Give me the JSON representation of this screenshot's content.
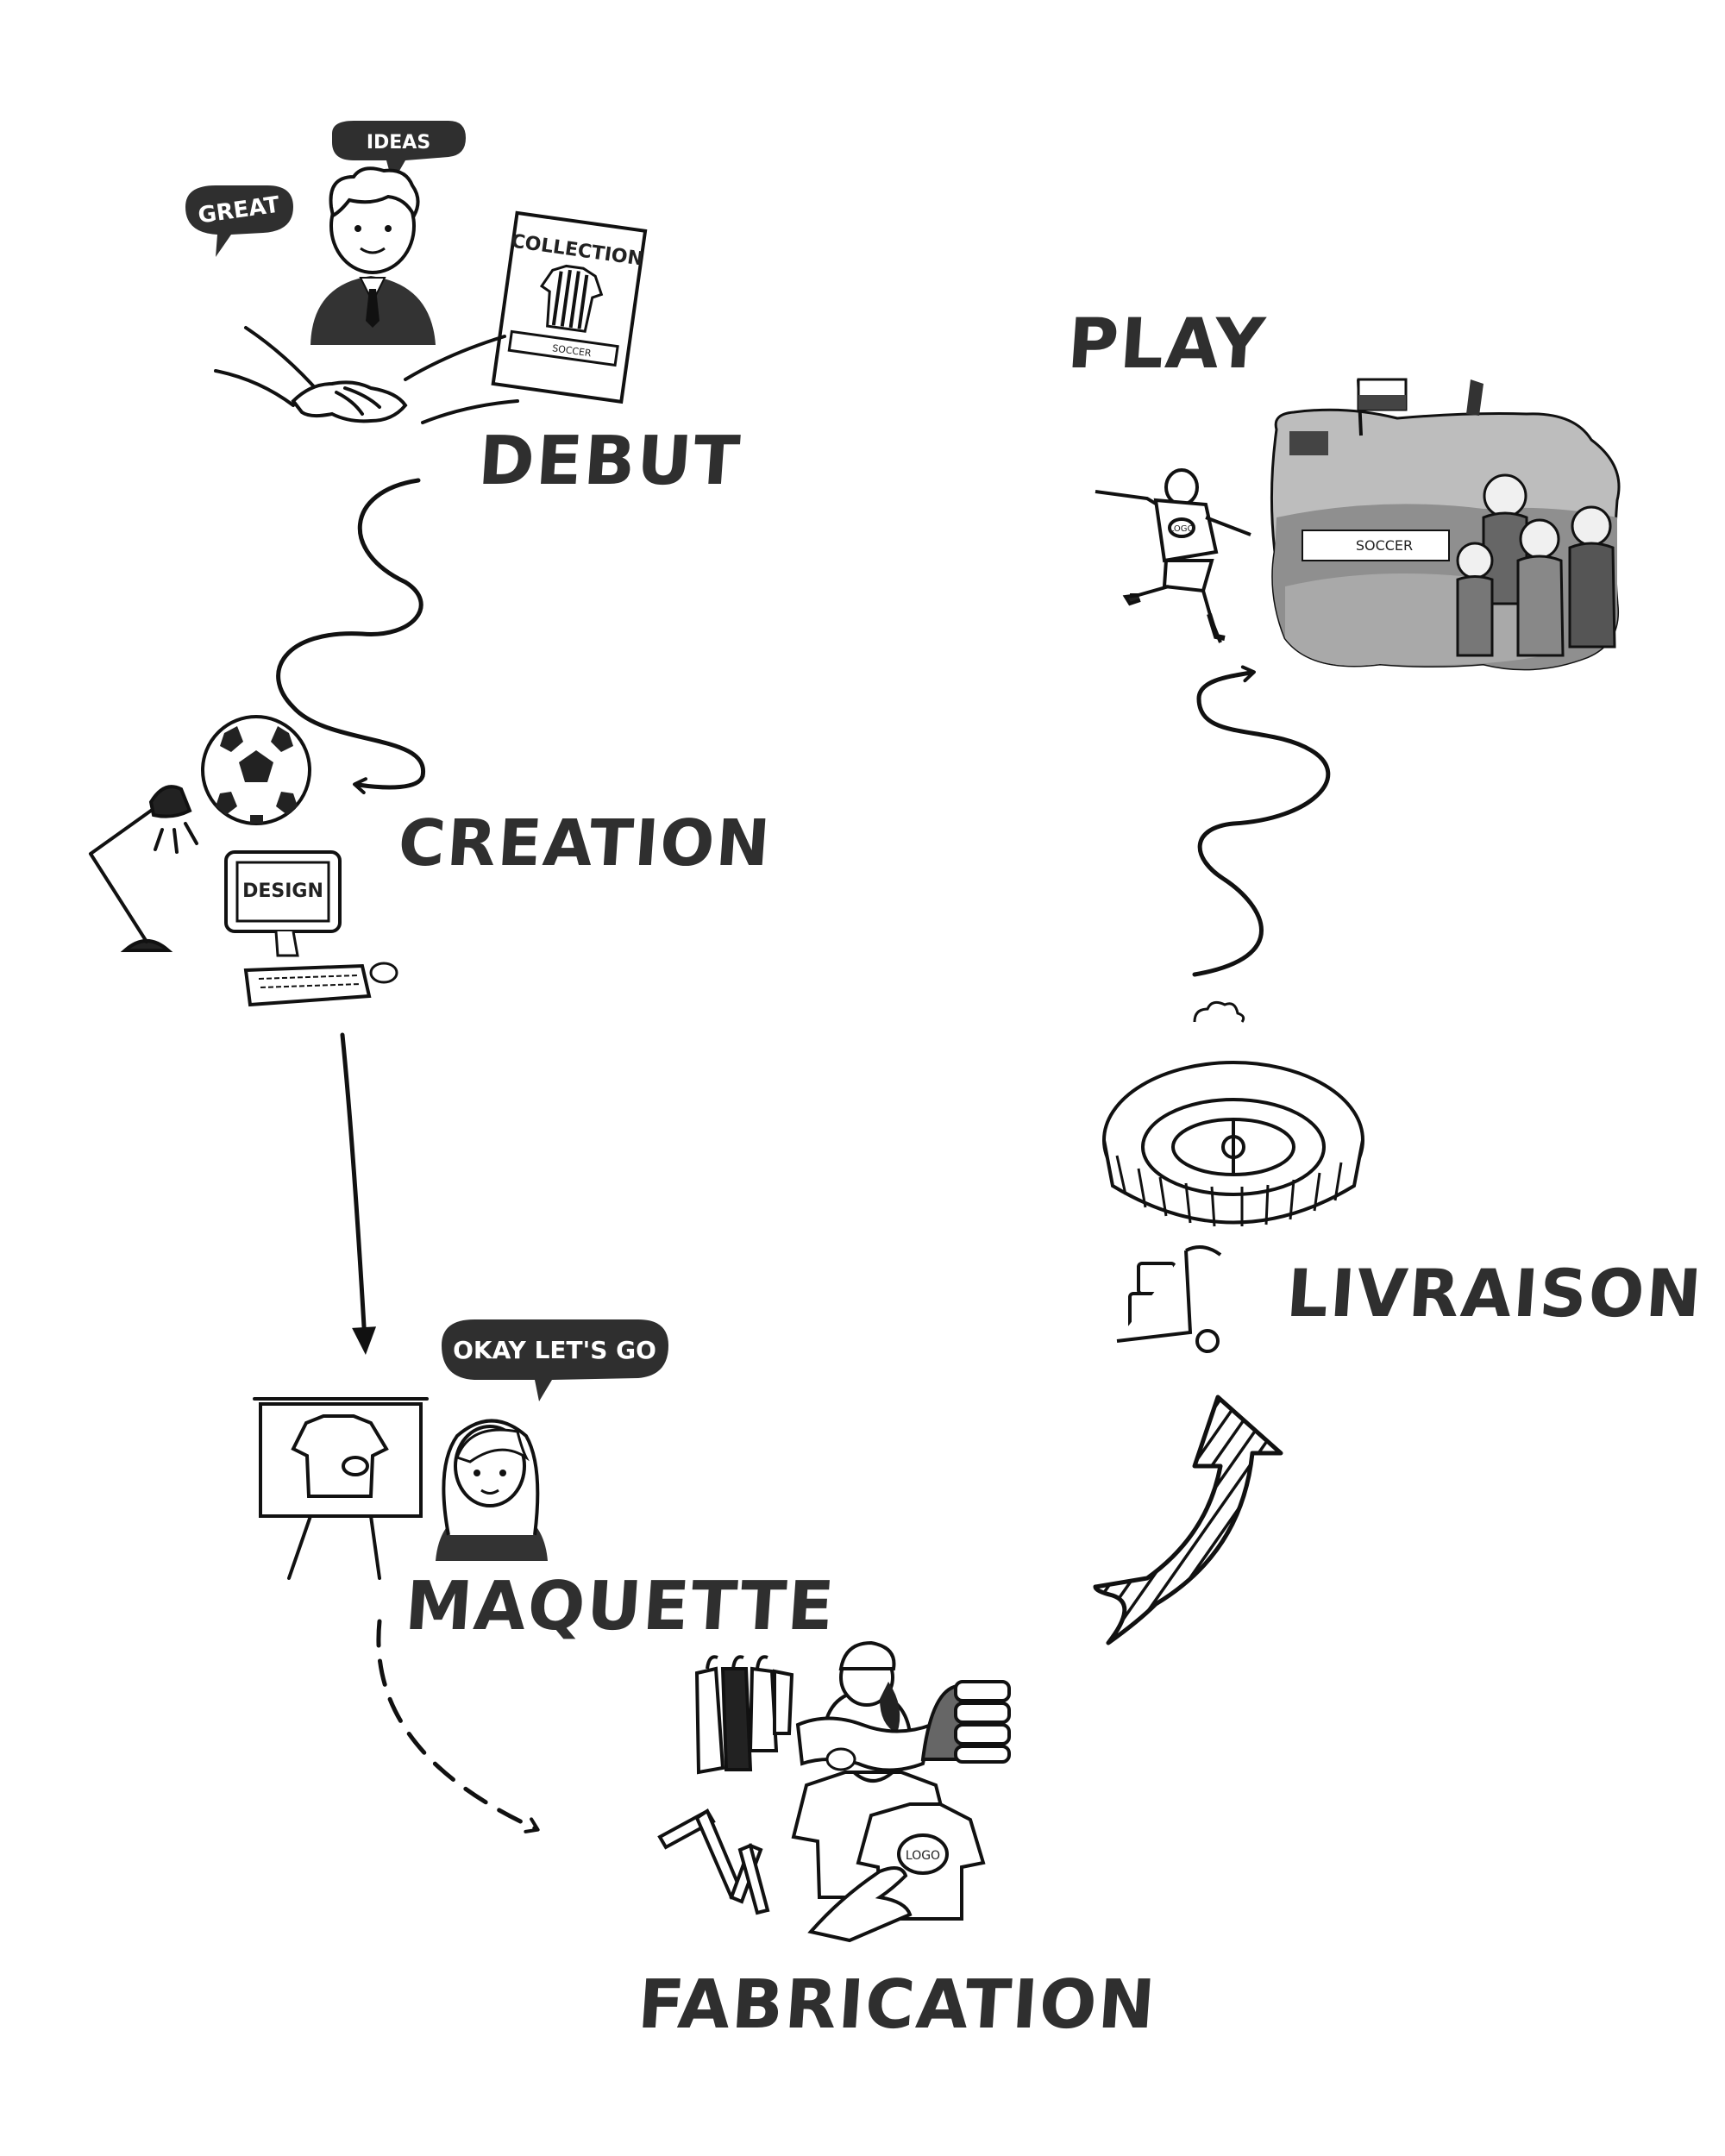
{
  "stages": {
    "debut": "DEBUT",
    "creation": "CREATION",
    "maquette": "MAQUETTE",
    "fabrication": "FABRICATION",
    "livraison": "LIVRAISON",
    "play": "PLAY"
  },
  "illustration_text": {
    "ideas": "IDEAS",
    "great": "GREAT",
    "collection": "COLLECTION",
    "soccer": "SOCCER",
    "design": "DESIGN",
    "okay": "OKAY LET'S GO",
    "logo": "LOGO"
  },
  "colors": {
    "ink": "#2f2f2f",
    "dark": "#333333",
    "stadium_gray": "#9a9a9a"
  }
}
